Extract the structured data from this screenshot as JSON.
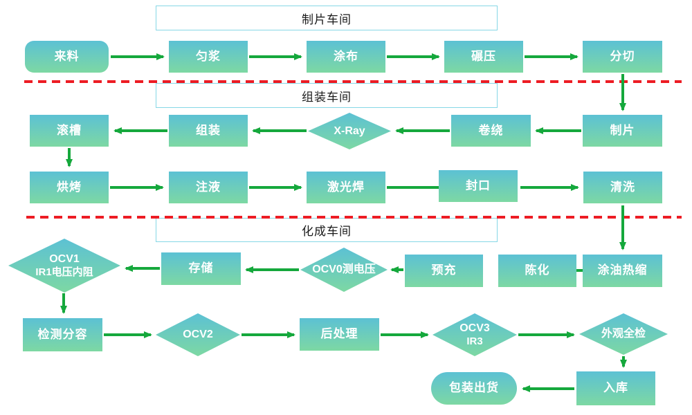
{
  "diagram_title": "battery-production-flowchart",
  "sections": [
    {
      "header": "制片车间"
    },
    {
      "header": "组装车间"
    },
    {
      "header": "化成车间"
    }
  ],
  "nodes": {
    "incoming": {
      "label": "来料"
    },
    "slurry": {
      "label": "匀浆"
    },
    "coating": {
      "label": "涂布"
    },
    "calendering": {
      "label": "碾压"
    },
    "slitting": {
      "label": "分切"
    },
    "sheeting": {
      "label": "制片"
    },
    "winding": {
      "label": "卷绕"
    },
    "xray": {
      "label": "X-Ray"
    },
    "assembly": {
      "label": "组装"
    },
    "grooving": {
      "label": "滚槽"
    },
    "baking": {
      "label": "烘烤"
    },
    "injection": {
      "label": "注液"
    },
    "laser_welding": {
      "label": "激光焊"
    },
    "sealing": {
      "label": "封口"
    },
    "cleaning": {
      "label": "清洗"
    },
    "oil_heatshrink": {
      "label": "涂油热缩"
    },
    "aging": {
      "label": "陈化"
    },
    "precharge": {
      "label": "预充"
    },
    "ocv0": {
      "label": "OCV0测电压"
    },
    "storage": {
      "label": "存储"
    },
    "ocv1": {
      "line1": "OCV1",
      "line2": "IR1电压内阻"
    },
    "capacity_grading": {
      "label": "检测分容"
    },
    "ocv2": {
      "label": "OCV2"
    },
    "post_processing": {
      "label": "后处理"
    },
    "ocv3": {
      "line1": "OCV3",
      "line2": "IR3"
    },
    "visual_inspection": {
      "label": "外观全检"
    },
    "warehousing": {
      "label": "入库"
    },
    "packing_shipping": {
      "label": "包装出货"
    }
  },
  "colors": {
    "node_gradient_top": "#5cc1d4",
    "node_gradient_bottom": "#7dd8a3",
    "node_text": "#ffffff",
    "arrow_green": "#15a83c",
    "separator_red": "#ed1c24",
    "header_border": "#86d7e6",
    "header_text": "#1a1a1a",
    "background": "#ffffff"
  }
}
